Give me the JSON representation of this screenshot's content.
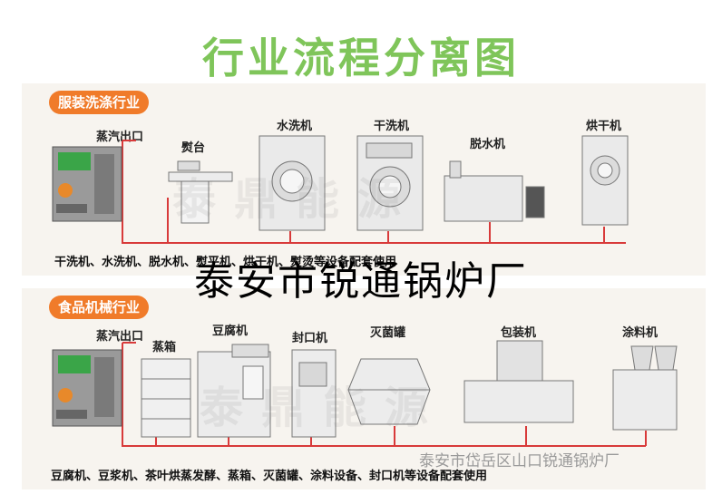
{
  "title": "行业流程分离图",
  "company": "泰安市锐通锅炉厂",
  "footer": "泰安市岱岳区山口锐通锅炉厂",
  "colors": {
    "title": "#7fc55a",
    "badge": "#f07b2a",
    "pipe": "#d83a3a"
  },
  "section1": {
    "badge": "服装洗涤行业",
    "steam_label": "蒸汽出口",
    "machines": [
      "熨台",
      "水洗机",
      "干洗机",
      "脱水机",
      "烘干机"
    ],
    "caption": "干洗机、水洗机、脱水机、熨平机、烘干机、熨烫等设备配套使用"
  },
  "section2": {
    "badge": "食品机械行业",
    "steam_label": "蒸汽出口",
    "machines": [
      "蒸箱",
      "豆腐机",
      "封口机",
      "灭菌罐",
      "包装机",
      "涂料机"
    ],
    "caption": "豆腐机、豆浆机、茶叶烘蒸发酵、蒸箱、灭菌罐、涂料设备、封口机等设备配套使用"
  },
  "watermark": "泰鼎能源"
}
